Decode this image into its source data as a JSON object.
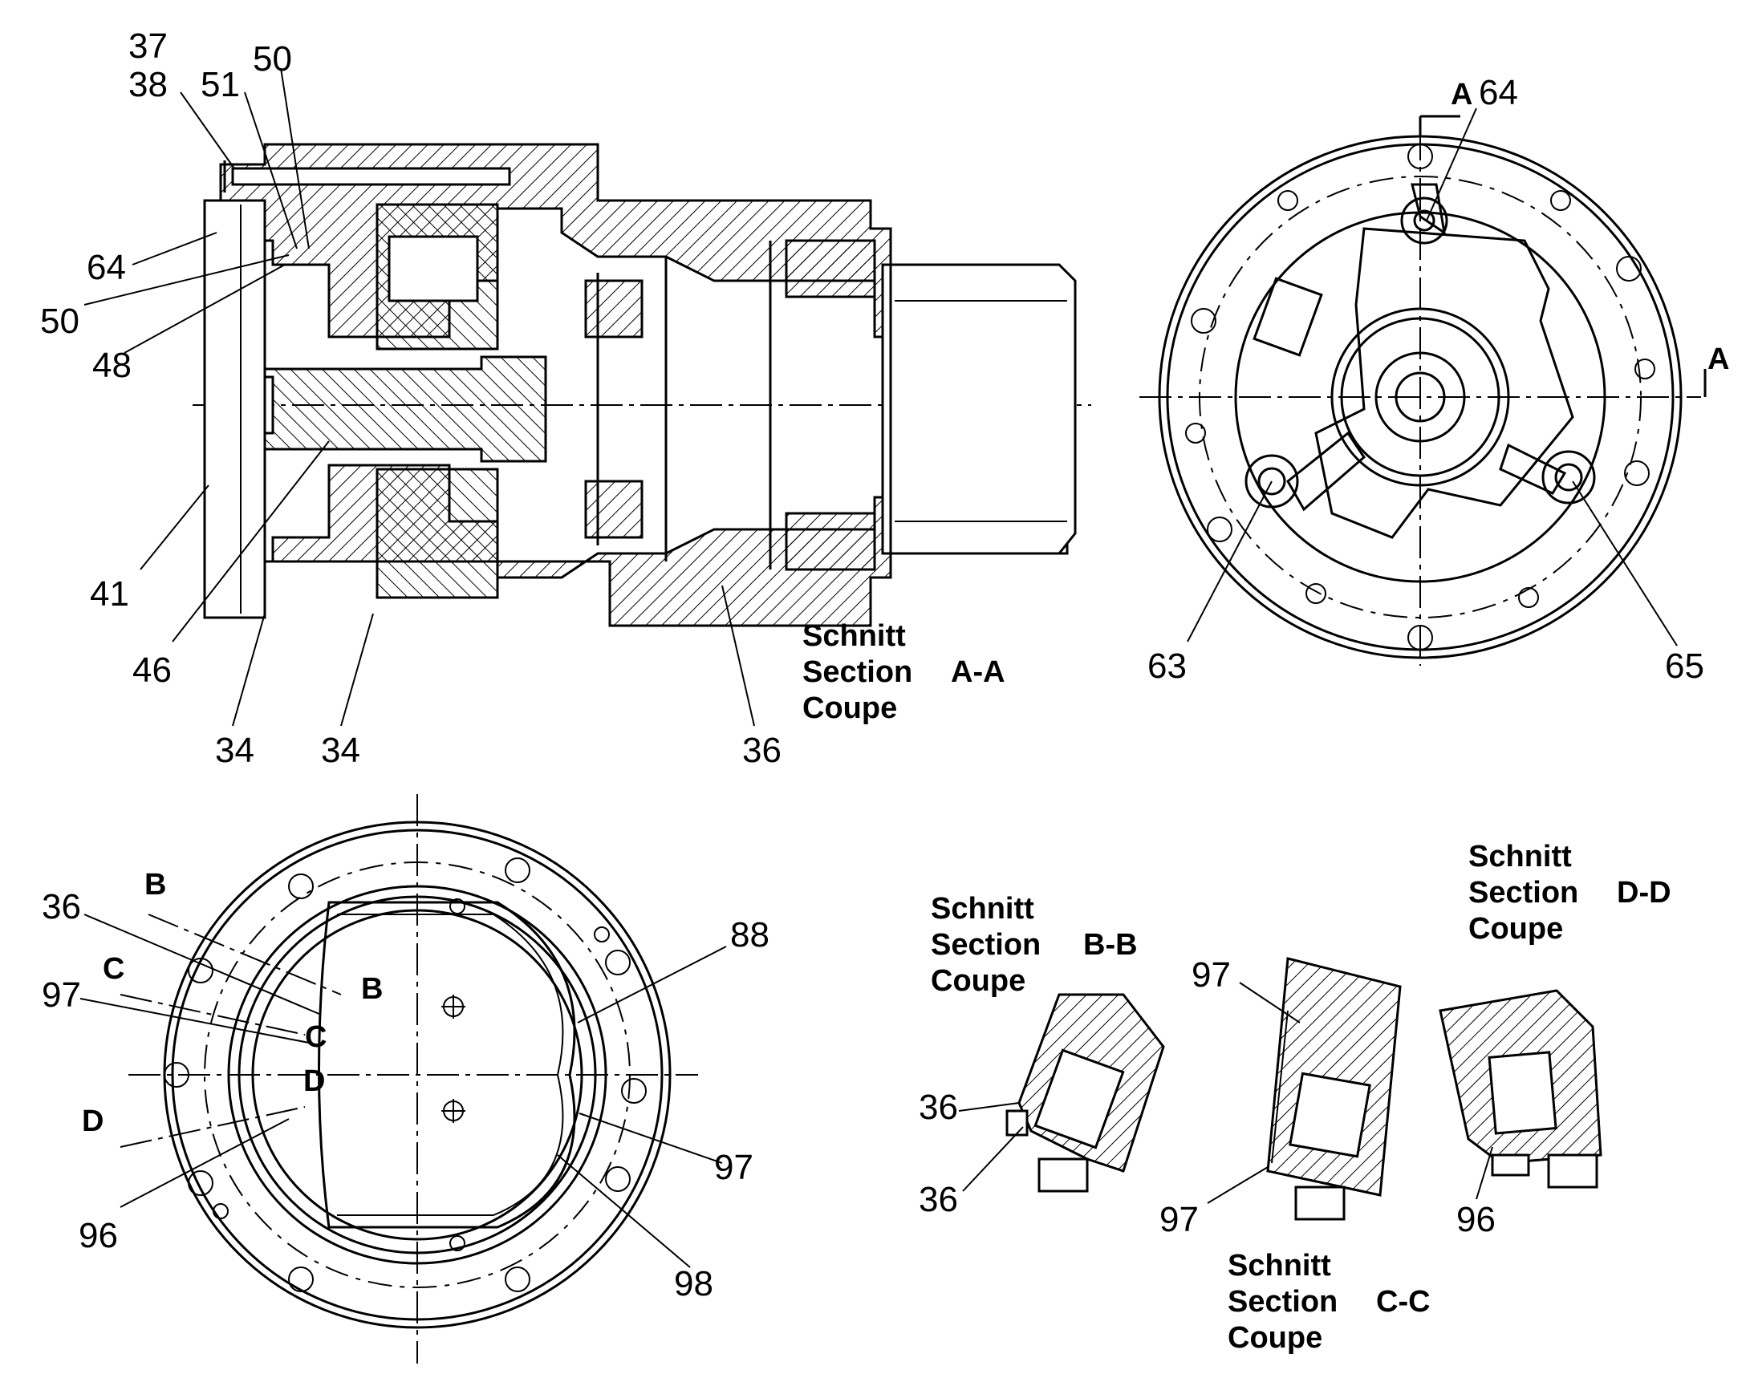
{
  "views": {
    "section_aa": {
      "caption": [
        "Schnitt",
        "Section",
        "Coupe"
      ],
      "id": "A-A",
      "callouts": [
        "37",
        "38",
        "51",
        "50",
        "64",
        "50",
        "48",
        "41",
        "46",
        "34",
        "34",
        "36"
      ]
    },
    "front": {
      "section_marks": [
        "A",
        "A"
      ],
      "callouts": [
        "64",
        "63",
        "65"
      ]
    },
    "flange": {
      "section_marks": [
        "B",
        "B",
        "C",
        "C",
        "D",
        "D"
      ],
      "callouts": [
        "36",
        "97",
        "96",
        "88",
        "97",
        "98"
      ]
    },
    "section_bb": {
      "caption": [
        "Schnitt",
        "Section",
        "Coupe"
      ],
      "id": "B-B",
      "callouts": [
        "36",
        "36"
      ]
    },
    "section_cc": {
      "caption": [
        "Schnitt",
        "Section",
        "Coupe"
      ],
      "id": "C-C",
      "callouts": [
        "97",
        "97"
      ]
    },
    "section_dd": {
      "caption": [
        "Schnitt",
        "Section",
        "Coupe"
      ],
      "id": "D-D",
      "callouts": [
        "96"
      ]
    }
  }
}
